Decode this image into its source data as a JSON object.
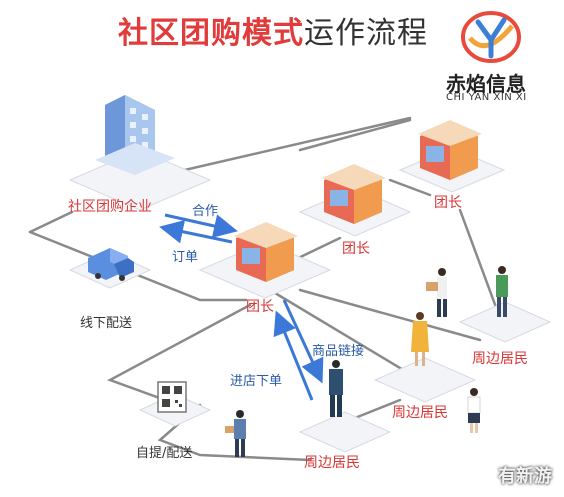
{
  "title": {
    "part1": "社区团购模式",
    "part2": "运作流程"
  },
  "brand": {
    "name": "赤焰信息",
    "sub": "CHI YAN XIN XI"
  },
  "nodes": {
    "enterprise": "社区团购企业",
    "leader_main": "团长",
    "leader_2": "团长",
    "leader_3": "团长",
    "resident_1": "周边居民",
    "resident_2": "周边居民",
    "resident_3": "周边居民"
  },
  "flows": {
    "cooperate": "合作",
    "order": "订单",
    "product_link": "商品链接",
    "store_order": "进店下单",
    "offline_delivery": "线下配送",
    "pickup_delivery": "自提/配送"
  },
  "colors": {
    "accent_red": "#e23b3b",
    "arrow_blue": "#3b78d8",
    "line_gray": "#8a8a8a"
  },
  "icons": [
    "office-building-icon",
    "storefront-icon",
    "delivery-truck-icon",
    "qr-code-icon",
    "person-icon",
    "brand-logo-icon"
  ],
  "watermark": "有新游"
}
